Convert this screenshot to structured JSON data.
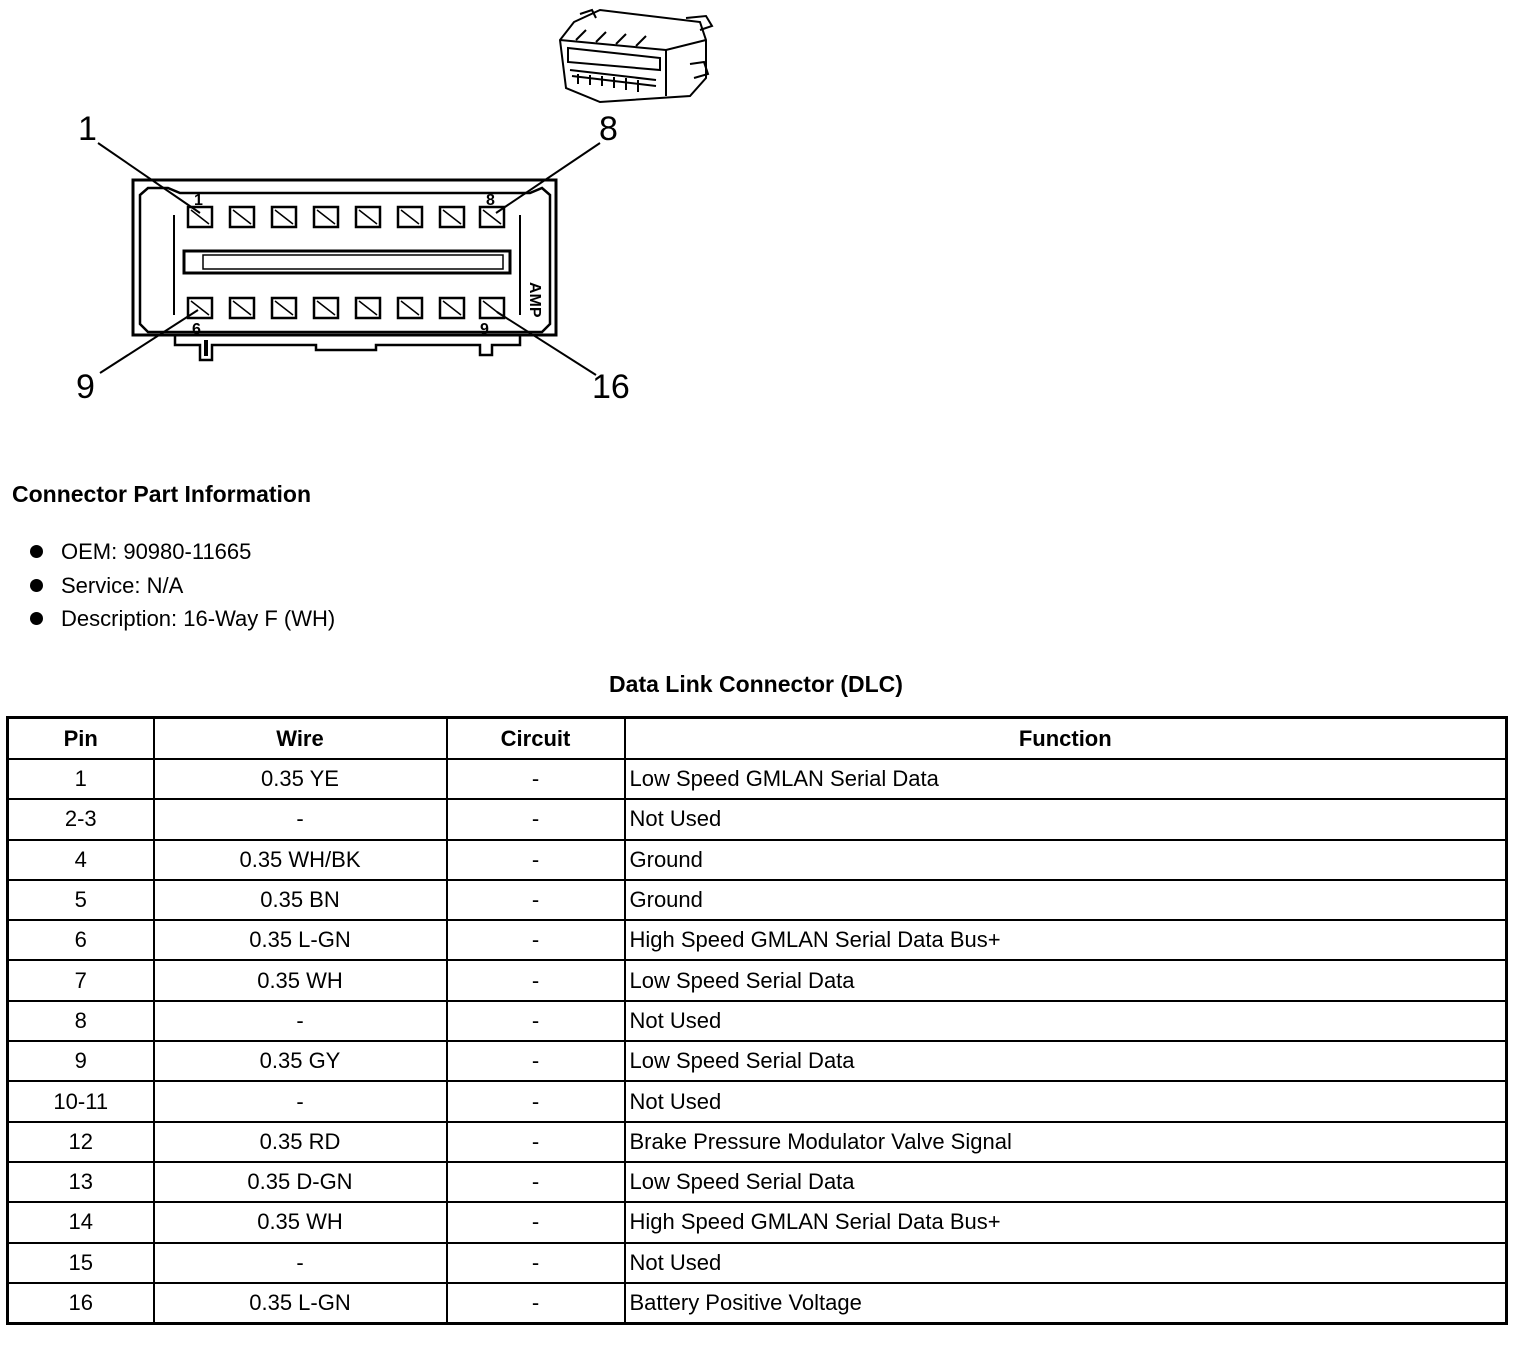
{
  "diagram": {
    "callouts": {
      "top_left": "1",
      "top_right": "8",
      "bottom_left": "9",
      "bottom_right": "16"
    },
    "inner_marks": {
      "top_left": "1",
      "top_right": "8",
      "bottom_left": "6",
      "bottom_right": "9"
    },
    "side_marking": "AMP"
  },
  "part_info": {
    "heading": "Connector Part Information",
    "items": [
      "OEM: 90980-11665",
      "Service: N/A",
      "Description: 16-Way F (WH)"
    ]
  },
  "table": {
    "title": "Data Link Connector (DLC)",
    "headers": [
      "Pin",
      "Wire",
      "Circuit",
      "Function"
    ],
    "rows": [
      {
        "pin": "1",
        "wire": "0.35 YE",
        "circuit": "-",
        "function": "Low Speed GMLAN Serial Data"
      },
      {
        "pin": "2-3",
        "wire": "-",
        "circuit": "-",
        "function": "Not Used"
      },
      {
        "pin": "4",
        "wire": "0.35 WH/BK",
        "circuit": "-",
        "function": "Ground"
      },
      {
        "pin": "5",
        "wire": "0.35 BN",
        "circuit": "-",
        "function": "Ground"
      },
      {
        "pin": "6",
        "wire": "0.35 L-GN",
        "circuit": "-",
        "function": "High Speed GMLAN Serial Data Bus+"
      },
      {
        "pin": "7",
        "wire": "0.35 WH",
        "circuit": "-",
        "function": "Low Speed Serial Data"
      },
      {
        "pin": "8",
        "wire": "-",
        "circuit": "-",
        "function": "Not Used"
      },
      {
        "pin": "9",
        "wire": "0.35 GY",
        "circuit": "-",
        "function": "Low Speed Serial Data"
      },
      {
        "pin": "10-11",
        "wire": "-",
        "circuit": "-",
        "function": "Not Used"
      },
      {
        "pin": "12",
        "wire": "0.35 RD",
        "circuit": "-",
        "function": "Brake Pressure Modulator Valve Signal"
      },
      {
        "pin": "13",
        "wire": "0.35 D-GN",
        "circuit": "-",
        "function": "Low Speed Serial Data"
      },
      {
        "pin": "14",
        "wire": "0.35 WH",
        "circuit": "-",
        "function": "High Speed GMLAN Serial Data Bus+"
      },
      {
        "pin": "15",
        "wire": "-",
        "circuit": "-",
        "function": "Not Used"
      },
      {
        "pin": "16",
        "wire": "0.35 L-GN",
        "circuit": "-",
        "function": "Battery Positive Voltage"
      }
    ]
  }
}
